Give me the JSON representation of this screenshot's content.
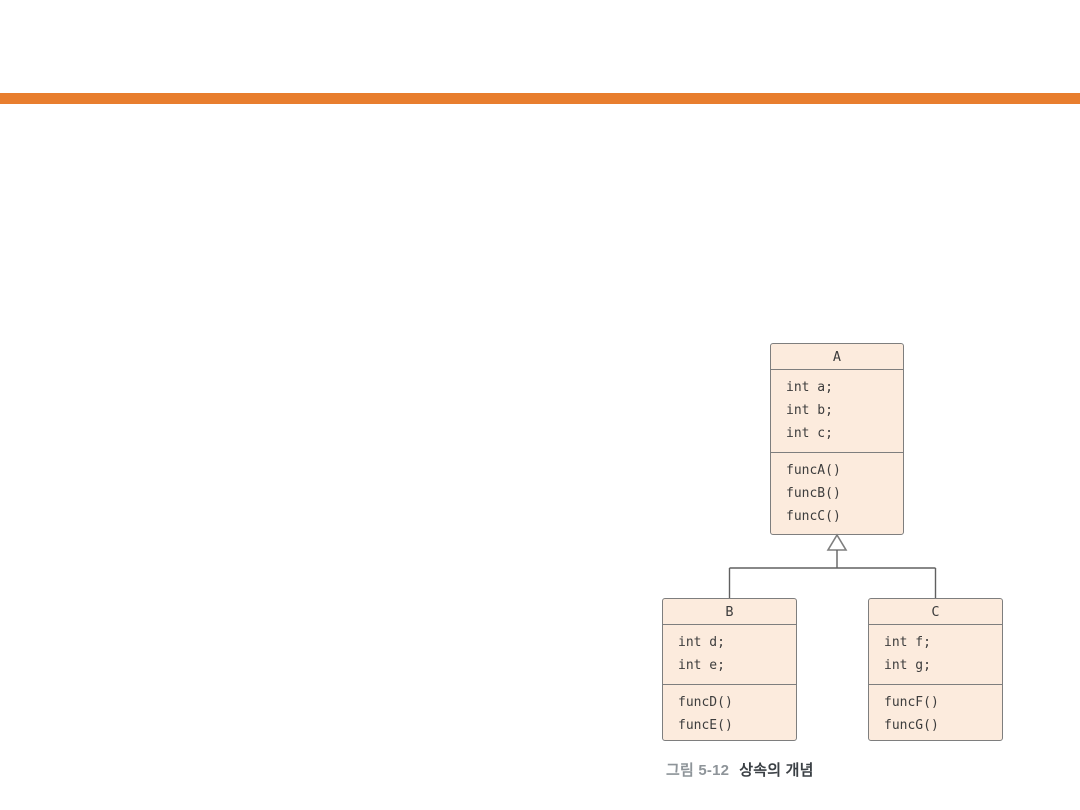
{
  "slide": {
    "background_color": "#ffffff",
    "accent_bar_color": "#e87e2e"
  },
  "diagram": {
    "type": "uml-class-inheritance",
    "box_fill_color": "#fcebdd",
    "box_border_color": "#7e7e7e",
    "classes": [
      {
        "name": "A",
        "fields": [
          "int a;",
          "int b;",
          "int c;"
        ],
        "methods": [
          "funcA()",
          "funcB()",
          "funcC()"
        ]
      },
      {
        "name": "B",
        "fields": [
          "int d;",
          "int e;"
        ],
        "methods": [
          "funcD()",
          "funcE()"
        ]
      },
      {
        "name": "C",
        "fields": [
          "int f;",
          "int g;"
        ],
        "methods": [
          "funcF()",
          "funcG()"
        ]
      }
    ],
    "relations": [
      {
        "type": "inheritance",
        "from": "B",
        "to": "A"
      },
      {
        "type": "inheritance",
        "from": "C",
        "to": "A"
      }
    ]
  },
  "caption": {
    "figure_label": "그림 5-12",
    "figure_title": "상속의 개념"
  }
}
